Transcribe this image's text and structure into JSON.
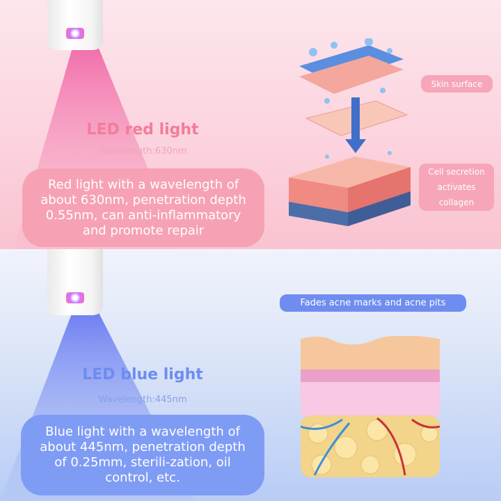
{
  "red": {
    "title": "LED red light",
    "wavelength": "Wavelength:630nm",
    "description": "Red light with a wavelength of about 630nm, penetration depth 0.55nm, can anti-inflammatory and promote repair",
    "labels": {
      "surface": "Skin surface",
      "collagen": "Cell secretion activates collagen"
    }
  },
  "blue": {
    "title": "LED blue light",
    "wavelength": "Wavelength:445nm",
    "description": "Blue light with a wavelength of about 445nm, penetration depth of 0.25mm, sterili-zation, oil control, etc.",
    "label": "Fades acne marks and acne pits"
  },
  "colors": {
    "red_accent": "#f47c98",
    "blue_accent": "#6f8cf0"
  }
}
